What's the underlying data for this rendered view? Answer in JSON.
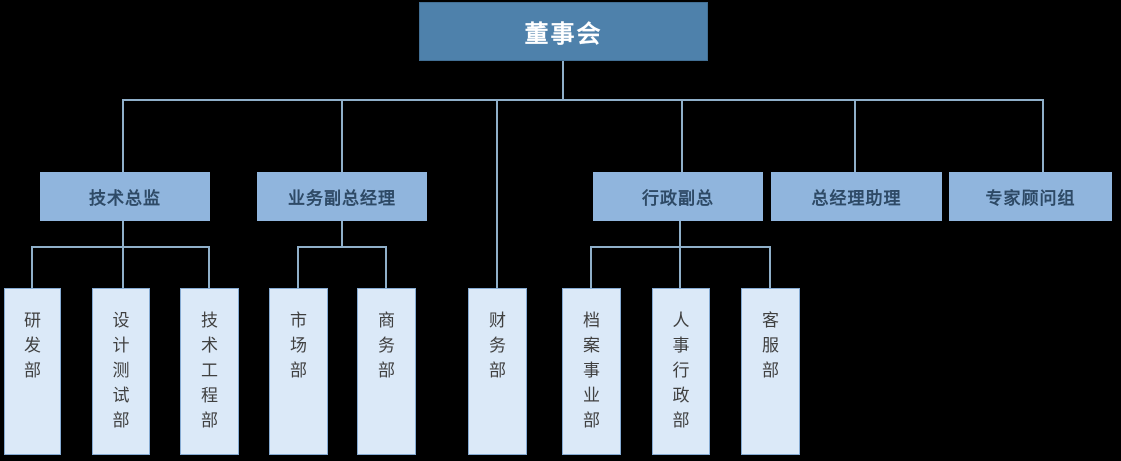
{
  "diagram": {
    "type": "org-chart",
    "colors": {
      "background": "#000000",
      "root_fill": "#4e81ab",
      "root_text": "#ffffff",
      "level2_fill": "#90b5dd",
      "level2_text": "#2e4a66",
      "level3_fill": "#dbe9f8",
      "level3_border": "#86abd3",
      "level3_text": "#404040",
      "connector": "#8fafc9"
    },
    "root": {
      "label": "董事会"
    },
    "level2": [
      {
        "label": "技术总监",
        "parent": "董事会"
      },
      {
        "label": "业务副总经理",
        "parent": "董事会"
      },
      {
        "label": "行政副总",
        "parent": "董事会"
      },
      {
        "label": "总经理助理",
        "parent": "董事会"
      },
      {
        "label": "专家顾问组",
        "parent": "董事会"
      }
    ],
    "level3": [
      {
        "label": "研发部",
        "parent": "技术总监"
      },
      {
        "label": "设计测试部",
        "parent": "技术总监"
      },
      {
        "label": "技术工程部",
        "parent": "技术总监"
      },
      {
        "label": "市场部",
        "parent": "业务副总经理"
      },
      {
        "label": "商务部",
        "parent": "业务副总经理"
      },
      {
        "label": "财务部",
        "parent": "董事会"
      },
      {
        "label": "档案事业部",
        "parent": "行政副总"
      },
      {
        "label": "人事行政部",
        "parent": "行政副总"
      },
      {
        "label": "客服部",
        "parent": "行政副总"
      }
    ]
  }
}
